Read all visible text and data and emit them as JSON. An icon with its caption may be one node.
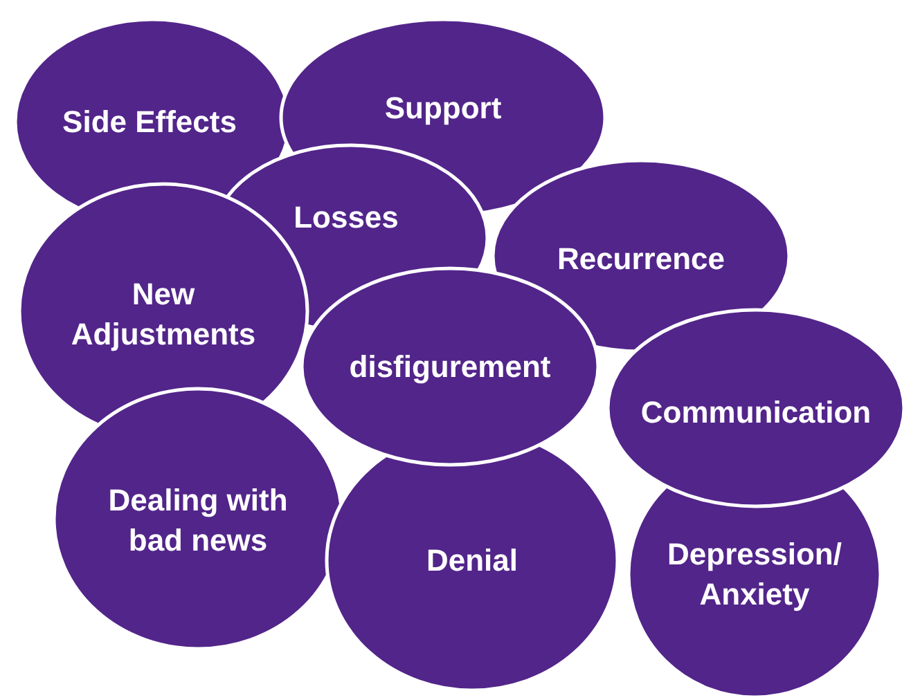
{
  "diagram": {
    "nodes": [
      {
        "text": [
          "Side Effects"
        ]
      },
      {
        "text": [
          "Support"
        ]
      },
      {
        "text": [
          "Losses"
        ]
      },
      {
        "text": [
          "Recurrence"
        ]
      },
      {
        "text": [
          "New Adjustments"
        ]
      },
      {
        "text": [
          "disfigurement"
        ]
      },
      {
        "text": [
          "Communication"
        ]
      },
      {
        "text": [
          "Dealing with bad news"
        ]
      },
      {
        "text": [
          "Denial"
        ]
      },
      {
        "text": [
          "Depression/ Anxiety"
        ]
      }
    ],
    "edges": []
  }
}
